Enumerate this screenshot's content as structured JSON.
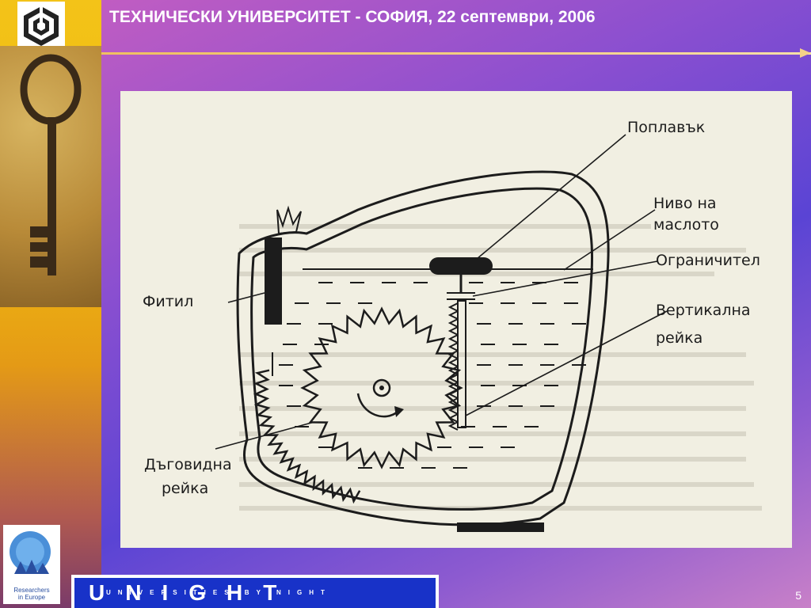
{
  "header": {
    "title": "ТЕХНИЧЕСКИ УНИВЕРСИТЕТ - СОФИЯ, 22 септември, 2006"
  },
  "diagram": {
    "labels": {
      "float": "Поплавък",
      "oil_level_1": "Ниво на",
      "oil_level_2": "маслото",
      "limiter": "Ограничител",
      "vertical_rack_1": "Вертикална",
      "vertical_rack_2": "рейка",
      "wick": "Фитил",
      "arc_rack_1": "Дъговидна",
      "arc_rack_2": "рейка"
    }
  },
  "footer": {
    "rie_logo_text_1": "Researchers",
    "rie_logo_text_2": "in Europe",
    "banner_text": "UNIGHT",
    "banner_small": "UNIVERSITIES BY NIGHT",
    "page_number": "5"
  },
  "colors": {
    "accent_line": "#f4d088",
    "banner_blue": "#1832c8",
    "side_panel": "#f0b810"
  }
}
